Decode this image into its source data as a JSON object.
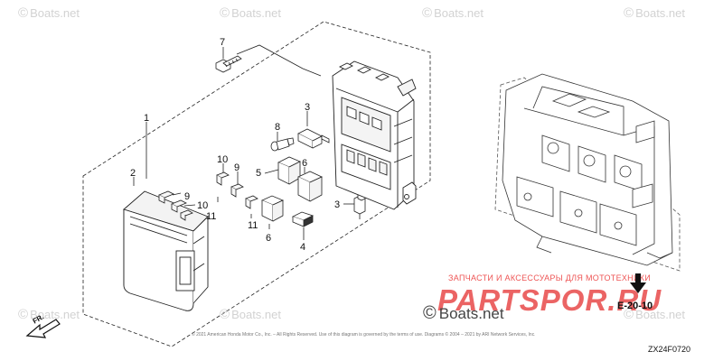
{
  "watermark": {
    "text": "Boats.net",
    "copyright_symbol": "©"
  },
  "callouts": {
    "c1": "1",
    "c2": "2",
    "c3a": "3",
    "c3b": "3",
    "c4": "4",
    "c5": "5",
    "c6a": "6",
    "c6b": "6",
    "c7": "7",
    "c8": "8",
    "c9a": "9",
    "c9b": "9",
    "c10a": "10",
    "c10b": "10",
    "c11a": "11",
    "c11b": "11"
  },
  "promo_text": "ЗАПЧАСТИ И АКСЕССУАРЫ ДЛЯ МОТОТЕХНИКИ",
  "brand_text": "PARTSPOR.RU",
  "reference_label": "E-20-10",
  "direction_label": "FR.",
  "diagram_code": "ZX24F0720",
  "legal_text": "© 2021 American Honda Motor Co., Inc. – All Rights Reserved. Use of this diagram is governed by the terms of use. Diagrams © 2004 – 2021 by ARI Network Services, Inc.",
  "colors": {
    "line": "#222222",
    "watermark": "#d2d2d2",
    "brand": "#e94f4f"
  }
}
